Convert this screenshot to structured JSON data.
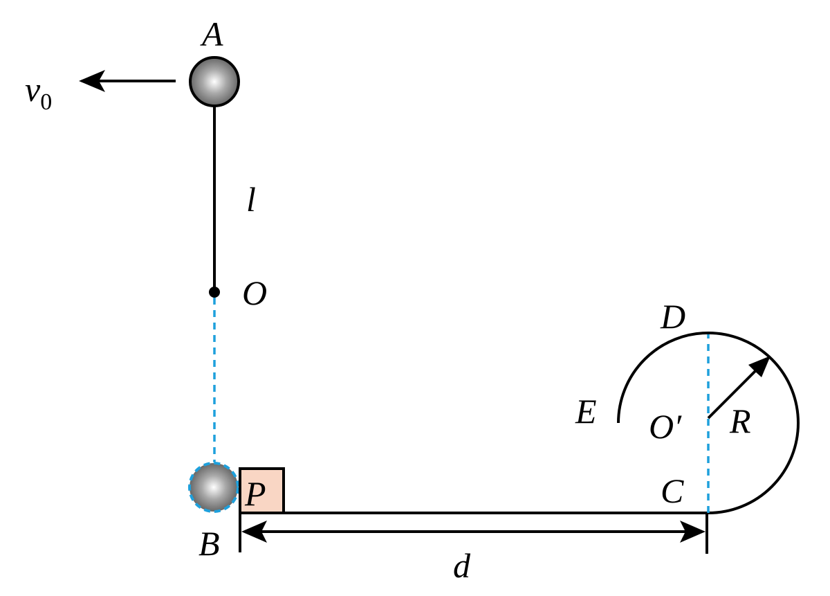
{
  "labels": {
    "a": "A",
    "v": "v",
    "v_sub": "0",
    "l": "l",
    "o": "O",
    "b": "B",
    "p": "P",
    "d": "d",
    "c": "C",
    "d_point": "D",
    "e": "E",
    "o_prime": "O′",
    "r": "R"
  },
  "colors": {
    "line": "#000000",
    "dashed": "#1ea0dc",
    "block_fill": "#f9d6c4",
    "ball_light": "#ffffff",
    "ball_dark": "#5f5f5f"
  }
}
